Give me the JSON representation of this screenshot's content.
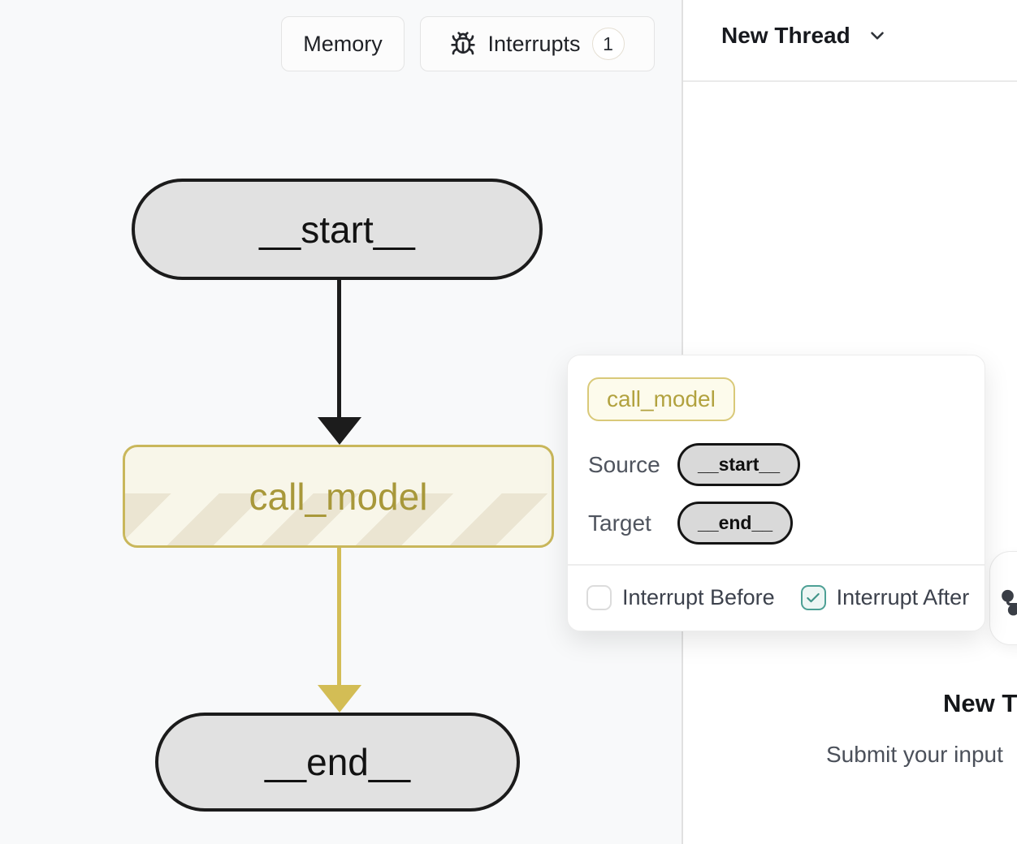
{
  "toolbar": {
    "memory_label": "Memory",
    "interrupts_label": "Interrupts",
    "interrupts_count": "1"
  },
  "thread_header": {
    "title": "New Thread"
  },
  "graph": {
    "nodes": {
      "start": "__start__",
      "call_model": "call_model",
      "end": "__end__"
    },
    "edges": [
      {
        "from": "__start__",
        "to": "call_model",
        "color": "#1c1c1c"
      },
      {
        "from": "call_model",
        "to": "__end__",
        "color": "#d3bd55"
      }
    ]
  },
  "popover": {
    "node_badge": "call_model",
    "source_label": "Source",
    "source_value": "__start__",
    "target_label": "Target",
    "target_value": "__end__",
    "interrupt_before_label": "Interrupt Before",
    "interrupt_before_checked": false,
    "interrupt_after_label": "Interrupt After",
    "interrupt_after_checked": true
  },
  "empty_state": {
    "title": "New Thread",
    "subtitle": "Submit your input"
  },
  "colors": {
    "accent_gold_border": "#c9b75b",
    "accent_gold_text": "#a8983a",
    "edge_gold": "#d3bd55",
    "node_fill_gray": "#e1e1e1",
    "node_border_black": "#1b1b1b",
    "teal_checked": "#4da095",
    "canvas_bg": "#f8f9fa"
  }
}
